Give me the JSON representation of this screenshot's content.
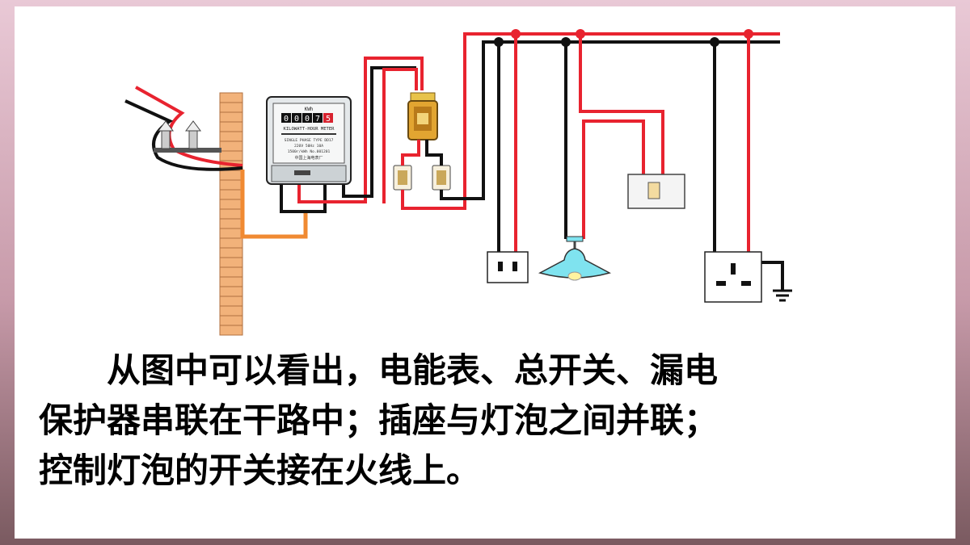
{
  "meter": {
    "header": "KWh",
    "reading": [
      "0",
      "0",
      "0",
      "7",
      "5"
    ],
    "subtitle": "KILOWATT-HOUR METER",
    "specs1": "SINGLE  PHASE  TYPE  DD17",
    "specs2": "220V    50Hz    10A",
    "specs3": "1500r/kWh  No.001201",
    "maker": "中国上海电表厂"
  },
  "explanation": {
    "line1": "从图中可以看出，电能表、总开关、漏电",
    "line2": "保护器串联在干路中；插座与灯泡之间并联；",
    "line3": "控制灯泡的开关接在火线上。"
  },
  "colors": {
    "live_wire": "#e8232f",
    "neutral_wire": "#111111",
    "ground_wire": "#f08a32",
    "wall": "#f2b27a",
    "lamp": "#7fe3ef"
  }
}
